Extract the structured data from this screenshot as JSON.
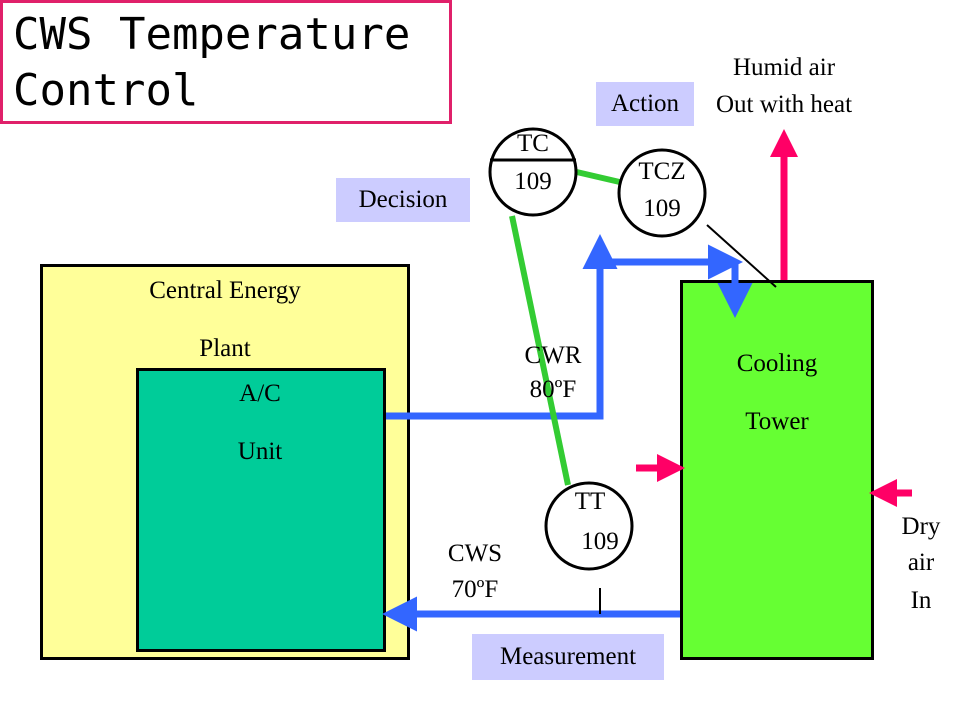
{
  "title": [
    "CWS Temperature",
    "Control"
  ],
  "colors": {
    "plant_fill": "#ffff99",
    "ac_fill": "#00cc99",
    "tower_fill": "#66ff33",
    "water_line": "#3366ff",
    "signal_line": "#33cc33",
    "air_arrow": "#ff0066",
    "tag_fill": "#ccccff",
    "title_border": "#e0206a"
  },
  "plant": {
    "line1": "Central Energy",
    "line2": "Plant"
  },
  "ac_unit": {
    "line1": "A/C",
    "line2": "Unit"
  },
  "tower": {
    "line1": "Cooling",
    "line2": "Tower"
  },
  "instruments": {
    "tc": {
      "tag": "TC",
      "num": "109"
    },
    "tcz": {
      "tag": "TCZ",
      "num": "109"
    },
    "tt": {
      "tag": "TT",
      "num": "109"
    }
  },
  "streams": {
    "cwr": {
      "name": "CWR",
      "temp": "80ºF"
    },
    "cws": {
      "name": "CWS",
      "temp": "70ºF"
    }
  },
  "air": {
    "out_line1": "Humid air",
    "out_line2": "Out with heat",
    "in_line1": "Dry",
    "in_line2": "air",
    "in_line3": "In"
  },
  "tags": {
    "action": "Action",
    "decision": "Decision",
    "measurement": "Measurement"
  }
}
